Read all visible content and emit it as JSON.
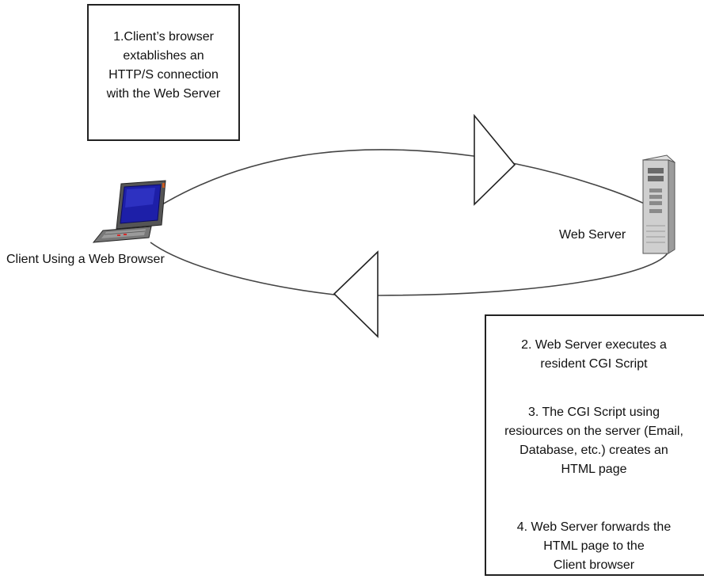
{
  "step1": {
    "lines": [
      "1.Client’s browser",
      "extablishes an",
      "HTTP/S connection",
      "with the Web Server"
    ]
  },
  "client_label": "Client Using a Web Browser",
  "server_label": "Web Server",
  "steps_box": {
    "step2": [
      "2. Web Server executes a",
      "resident CGI Script"
    ],
    "step3": [
      "3. The CGI Script using",
      "resiources on the server (Email,",
      "Database, etc.) creates an",
      "HTML page"
    ],
    "step4": [
      "4. Web Server forwards the",
      "HTML page to the",
      "Client browser"
    ]
  },
  "icons": {
    "client": "laptop-icon",
    "server": "server-tower-icon",
    "request": "request-arrowhead-icon",
    "response": "response-arrowhead-icon"
  }
}
